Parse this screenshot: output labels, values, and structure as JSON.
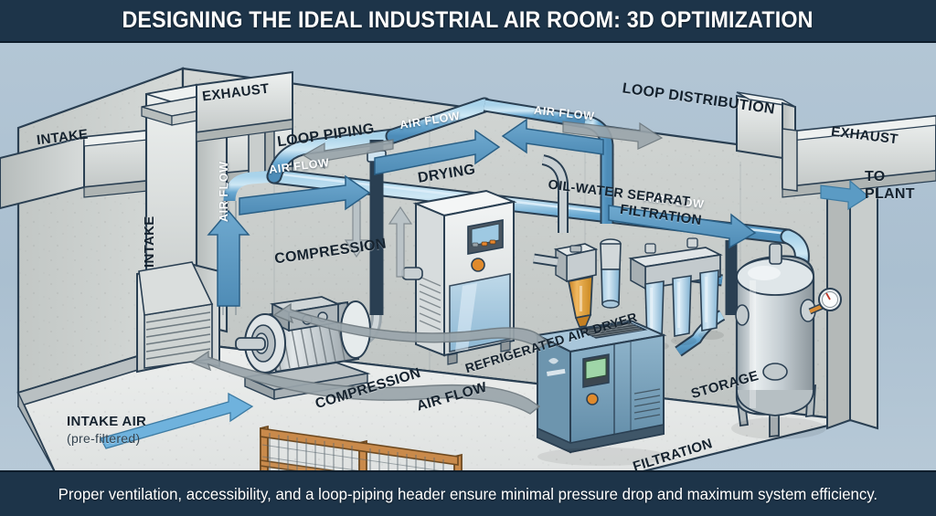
{
  "header": {
    "title": "DESIGNING THE IDEAL INDUSTRIAL AIR ROOM: 3D OPTIMIZATION"
  },
  "footer": {
    "caption": "Proper ventilation, accessibility, and a loop-piping header ensure minimal pressure drop and maximum system efficiency."
  },
  "colors": {
    "header_bg": "#1d3449",
    "scene_bg": "#aec2d2",
    "wall": "#c9cdcb",
    "floor": "#e8eaea",
    "pipe_blue": "#7cb4d8",
    "banner_blue": "#5b9bc4",
    "arrow_gray": "#9aa5ab",
    "duct_gray": "#d4d8d7",
    "compressor_blue": "#6f9cb8",
    "separator_amber": "#e0a23c",
    "fence_orange": "#c98a4b",
    "outline": "#2a3f52"
  },
  "ducts": {
    "intake_horizontal": "INTAKE",
    "intake_vertical": "INTAKE",
    "exhaust_left": "EXHAUST",
    "exhaust_right": "EXHAUST"
  },
  "piping": {
    "loop_piping": "LOOP PIPING",
    "loop_distribution": "LOOP DISTRIBUTION"
  },
  "airflow_banners": [
    {
      "id": "vertical-left",
      "label": "AIR FLOW"
    },
    {
      "id": "upper-left",
      "label": "AIR FLOW"
    },
    {
      "id": "upper-mid",
      "label": "AIR FLOW"
    },
    {
      "id": "upper-right",
      "label": "AIR FLOW"
    },
    {
      "id": "right",
      "label": "AIR FLOW"
    }
  ],
  "floor_flow": {
    "label": "AIR FLOW"
  },
  "stages": {
    "compression_wall": "COMPRESSION",
    "compression_floor": "COMPRESSION",
    "drying": "DRYING",
    "refrigerated_air_dryer": "REFRIGERATED AIR DRYER",
    "oil_water_separator": "OIL-WATER SEPARAT",
    "filtration_wall": "FILTRATION",
    "filtration_floor": "FILTRATION",
    "storage": "STORAGE"
  },
  "callouts": {
    "intake_air_title": "INTAKE AIR",
    "intake_air_sub": "(pre-filtered)",
    "to_plant_line1": "TO",
    "to_plant_line2": "PLANT"
  }
}
